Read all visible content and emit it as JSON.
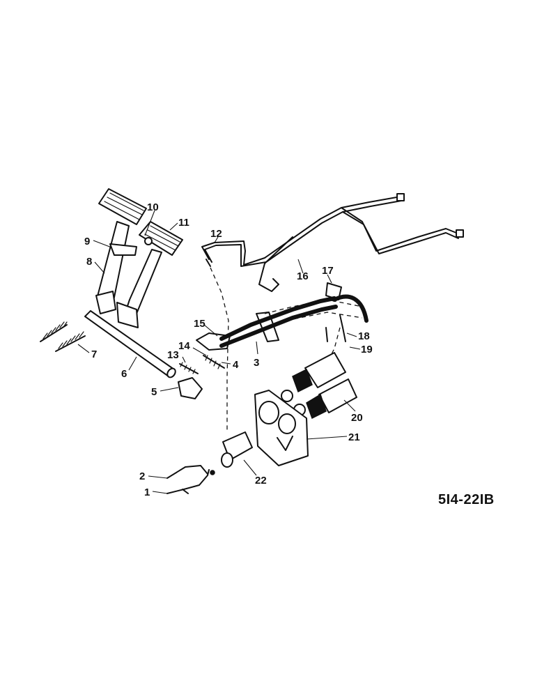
{
  "callouts": [
    "1",
    "2",
    "3",
    "4",
    "5",
    "6",
    "7",
    "8",
    "9",
    "10",
    "11",
    "12",
    "13",
    "14",
    "15",
    "16",
    "17",
    "18",
    "19",
    "20",
    "21",
    "22"
  ],
  "reference": "5I4-22IB"
}
